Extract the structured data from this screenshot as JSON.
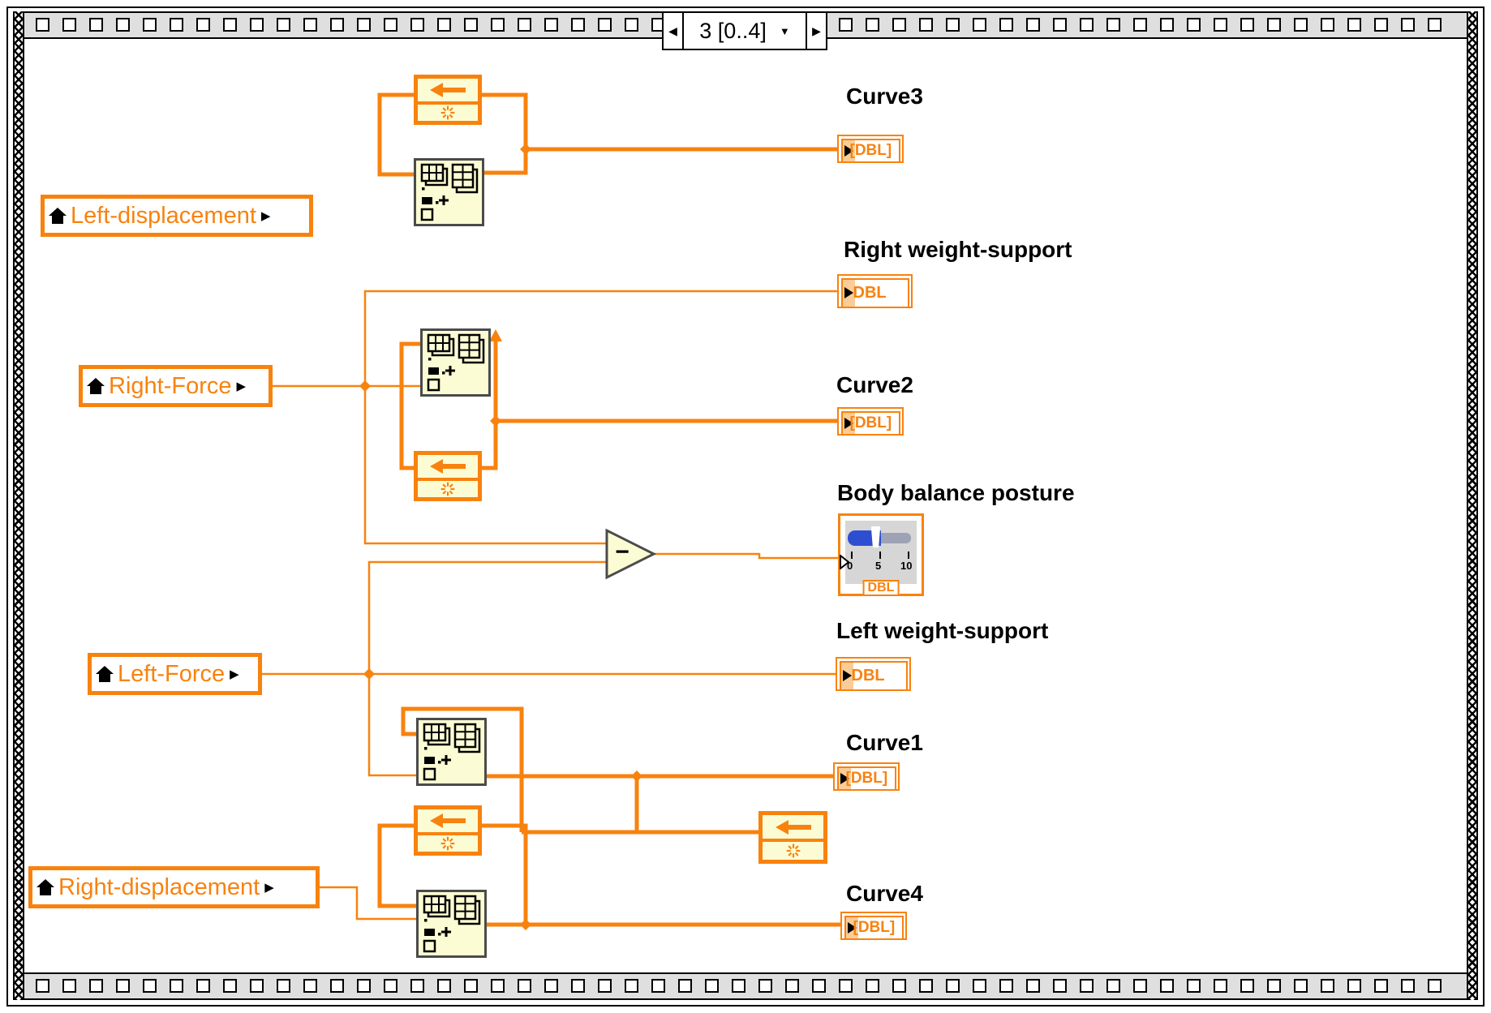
{
  "colors": {
    "accent": "#F8820E",
    "pale_yellow": "#FCFCD4",
    "light_orange": "#FACC98",
    "node_border": "#4B4B4B",
    "band": "#DFDFDF",
    "slider_blue": "#2E4ED2",
    "slider_gray": "#9DA2B4"
  },
  "sequence_selector": {
    "value": "3 [0..4]",
    "prev_icon": "◀",
    "next_icon": "▶",
    "dropdown_icon": "▼"
  },
  "glyphs": {
    "local_read_arrow": "▶"
  },
  "local_variables": [
    {
      "label": "Left-displacement"
    },
    {
      "label": "Right-Force"
    },
    {
      "label": "Left-Force"
    },
    {
      "label": "Right-displacement"
    }
  ],
  "functions": {
    "subtract_sign": "−"
  },
  "indicators": {
    "curve3": {
      "label": "Curve3",
      "terminal": "[DBL]"
    },
    "right_weight_support": {
      "label": "Right weight-support",
      "terminal": "DBL"
    },
    "curve2": {
      "label": "Curve2",
      "terminal": "[DBL]"
    },
    "body_balance": {
      "label": "Body balance posture",
      "terminal": "DBL",
      "ticks": [
        "0",
        "5",
        "10"
      ]
    },
    "left_weight_support": {
      "label": "Left weight-support",
      "terminal": "DBL"
    },
    "curve1": {
      "label": "Curve1",
      "terminal": "[DBL]"
    },
    "curve4": {
      "label": "Curve4",
      "terminal": "[DBL]"
    }
  }
}
